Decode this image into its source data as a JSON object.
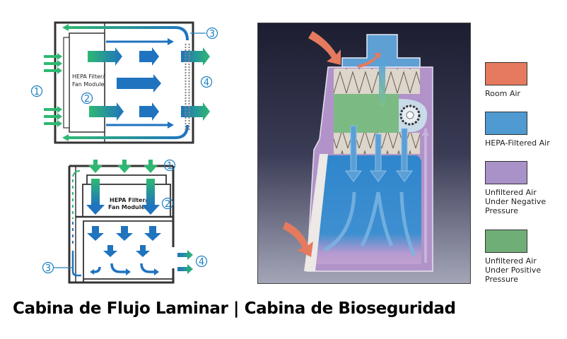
{
  "caption": "Cabina de Flujo Laminar | Cabina de Bioseguridad",
  "horizontal_flow_diagram": {
    "module_label_line1": "HEPA Filter/",
    "module_label_line2": "Fan Module",
    "markers": [
      "1",
      "2",
      "3",
      "4"
    ]
  },
  "vertical_flow_diagram": {
    "module_label_line1": "HEPA Filter/",
    "module_label_line2": "Fan Module",
    "markers": [
      "1",
      "2",
      "3",
      "4"
    ]
  },
  "legend": {
    "items": [
      {
        "label": "Room Air",
        "color": "#e57a5e"
      },
      {
        "label": "HEPA-Filtered Air",
        "color": "#4f9ad1"
      },
      {
        "label": "Unfiltered Air\nUnder Negative\nPressure",
        "color": "#a992c8"
      },
      {
        "label": "Unfiltered Air\nUnder Positive\nPressure",
        "color": "#6fae76"
      }
    ]
  },
  "colors": {
    "green_arrow": "#2eb872",
    "blue_arrow": "#1f73bf",
    "marker": "#1d7fc1",
    "room_air": "#e57a5e",
    "hepa_air": "#4f9ad1",
    "negative_pressure": "#a992c8",
    "positive_pressure": "#6fae76",
    "dark_bg": "#1e1e33"
  }
}
